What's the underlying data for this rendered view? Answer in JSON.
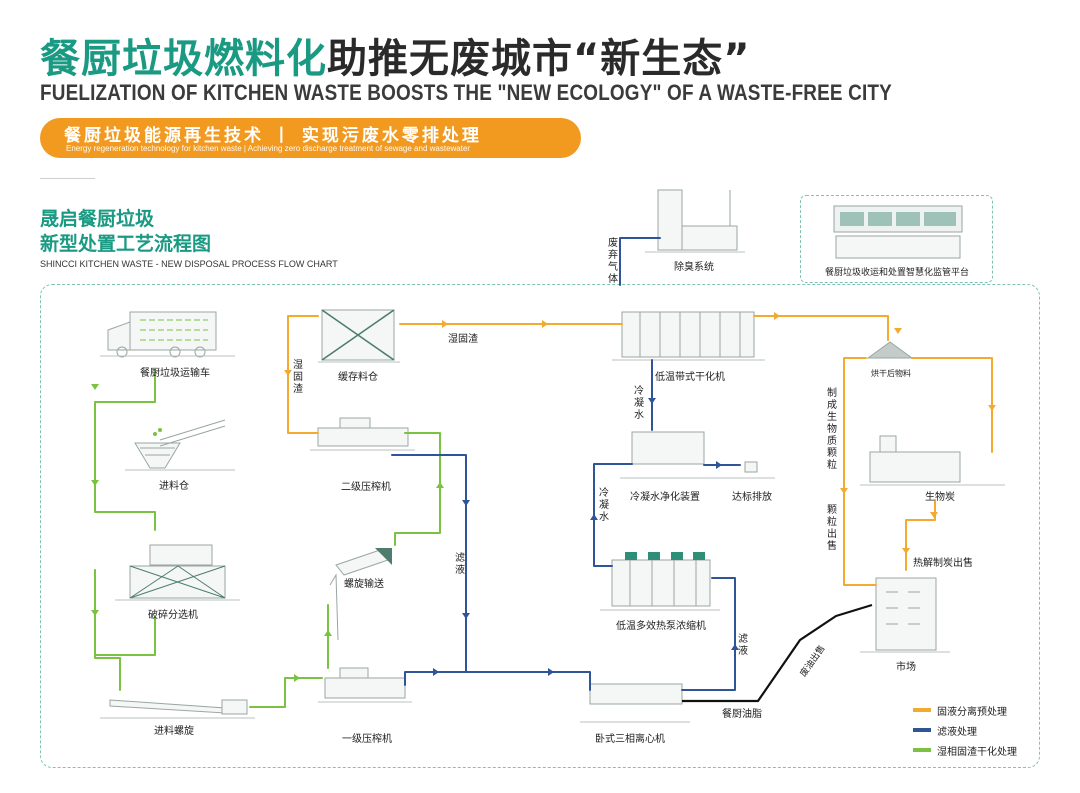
{
  "header": {
    "title_green": "餐厨垃圾燃料化",
    "title_dark": "助推无废城市“新生态”",
    "subtitle_en": "FUELIZATION OF KITCHEN WASTE BOOSTS THE \"NEW ECOLOGY\" OF A WASTE-FREE CITY",
    "pill_cn": "餐厨垃圾能源再生技术  丨  实现污废水零排处理",
    "pill_en": "Energy regeneration technology for kitchen waste    |    Achieving zero discharge treatment of sewage and wastewater"
  },
  "section": {
    "title_line1": "晟启餐厨垃圾",
    "title_line2": "新型处置工艺流程图",
    "title_en": "SHINCCI KITCHEN WASTE - NEW DISPOSAL PROCESS FLOW CHART"
  },
  "colors": {
    "orange": "#f2ab2f",
    "blue": "#2f5597",
    "green": "#7cc242",
    "black": "#111111",
    "teal": "#1a9a82"
  },
  "nodes": {
    "truck": "餐厨垃圾运输车",
    "feed_bin": "进料仓",
    "crusher": "破碎分选机",
    "feed_screw": "进料螺旋",
    "buffer_bin": "缓存料仓",
    "press2": "二级压榨机",
    "screw_conveyor": "螺旋输送",
    "press1": "一级压榨机",
    "deodor": "除臭系统",
    "dryer": "低温带式干化机",
    "condensate_purifier": "冷凝水净化装置",
    "discharge": "达标排放",
    "concentrator": "低温多效热泵浓缩机",
    "centrifuge": "卧式三相离心机",
    "kitchen_oil": "餐厨油脂",
    "dried_material": "烘干后物料",
    "biochar": "生物炭",
    "market": "市场",
    "pyrolysis": "热解制炭出售",
    "platform": "餐厨垃圾收运和处置智慧化监管平台"
  },
  "flow_labels": {
    "wet_residue_v": "湿固渣",
    "wet_residue_h": "湿固渣",
    "waste_gas": "废弃气体",
    "condensate_1": "冷凝水",
    "condensate_2": "冷凝水",
    "filtrate_1": "滤液",
    "filtrate_2": "滤液",
    "make_pellets": "制成生物质颗粒",
    "pellet_sale": "颗粒出售",
    "residue_sale": "废油出售"
  },
  "legend": [
    {
      "label": "固液分离预处理",
      "color": "#f2ab2f"
    },
    {
      "label": "滤液处理",
      "color": "#2f5597"
    },
    {
      "label": "湿相固渣干化处理",
      "color": "#7cc242"
    }
  ]
}
